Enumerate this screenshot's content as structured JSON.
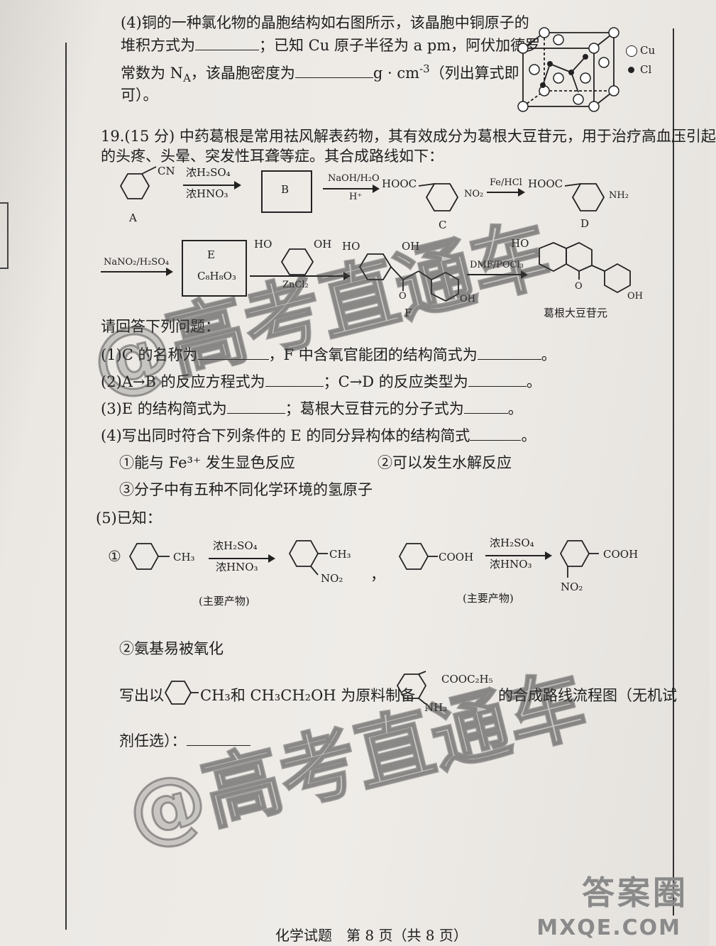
{
  "q4_cu": {
    "line1": "(4)铜的一种氯化物的晶胞结构如右图所示，该晶胞中铜原子的",
    "line2a": "堆积方式为",
    "line2b": "；已知 Cu 原子半径为 a pm，阿伏加德罗",
    "line3a": "常数为 N",
    "line3sub": "A",
    "line3b": "，该晶胞密度为",
    "line3c": "g · cm",
    "line3sup": "-3",
    "line3d": "（列出算式即",
    "line4": "可）。",
    "legend_cu": "Cu",
    "legend_cl": "Cl"
  },
  "q19": {
    "header": "19.(15 分) 中药葛根是常用祛风解表药物，其有效成分为葛根大豆苷元，用于治疗高血压引起",
    "header2": "的头疼、头晕、突发性耳聋等症。其合成路线如下："
  },
  "route": {
    "A_label": "A",
    "A_group": "CN",
    "r1_top": "浓H₂SO₄",
    "r1_bot": "浓HNO₃",
    "B_label": "B",
    "r2_top": "NaOH/H₂O",
    "r2_bot": "H⁺",
    "C_hooc": "HOOC",
    "C_no2": "NO₂",
    "C_label": "C",
    "r3_top": "Fe/HCl",
    "D_hooc": "HOOC",
    "D_nh2": "NH₂",
    "D_label": "D",
    "r4_top": "NaNO₂/H₂SO₄",
    "E_label": "E",
    "E_formula": "C₈H₈O₃",
    "resorcinol_ho": "HO",
    "resorcinol_oh": "OH",
    "r5_bot": "ZnCl₂",
    "F_ho": "HO",
    "F_oh": "OH",
    "F_o": "O",
    "F_oh2": "OH",
    "F_label": "F",
    "r6_top": "DMF/POCl₃",
    "G_ho": "HO",
    "G_o": "O",
    "G_oh": "OH",
    "G_label": "葛根大豆苷元"
  },
  "questions": {
    "intro": "请回答下列问题：",
    "q1a": "(1)C 的名称为",
    "q1b": "，F 中含氧官能团的结构简式为",
    "q2a": "(2)A→B 的反应方程式为",
    "q2b": "；C→D 的反应类型为",
    "q3a": "(3)E 的结构简式为",
    "q3b": "；葛根大豆苷元的分子式为",
    "q4": "(4)写出同时符合下列条件的 E 的同分异构体的结构简式",
    "cond1": "①能与 Fe³⁺ 发生显色反应",
    "cond2": "②可以发生水解反应",
    "cond3": "③分子中有五种不同化学环境的氢原子",
    "q5": "(5)已知：",
    "k1_num": "①",
    "k1_ch3": "CH₃",
    "k1_top": "浓H₂SO₄",
    "k1_bot": "浓HNO₃",
    "k1_p_ch3": "CH₃",
    "k1_p_no2": "NO₂",
    "k1_note": "(主要产物)",
    "comma": "，",
    "k2_cooh": "COOH",
    "k2_top": "浓H₂SO₄",
    "k2_bot": "浓HNO₃",
    "k2_p_cooh": "COOH",
    "k2_p_no2": "NO₂",
    "k2_note": "(主要产物)",
    "k3": "②氨基易被氧化",
    "w1": "写出以",
    "w2": "CH₃和 CH₃CH₂OH 为原料制备",
    "w3_ester": "COOC₂H₅",
    "w3_nh2": "NH₂",
    "w4": "的合成路线流程图（无机试",
    "w5": "剂任选）："
  },
  "footer": {
    "page": "化学试题　第 8 页（共 8 页）",
    "logo": "答案圈",
    "url": "MXQE.COM"
  },
  "watermark": "@高考直通车"
}
